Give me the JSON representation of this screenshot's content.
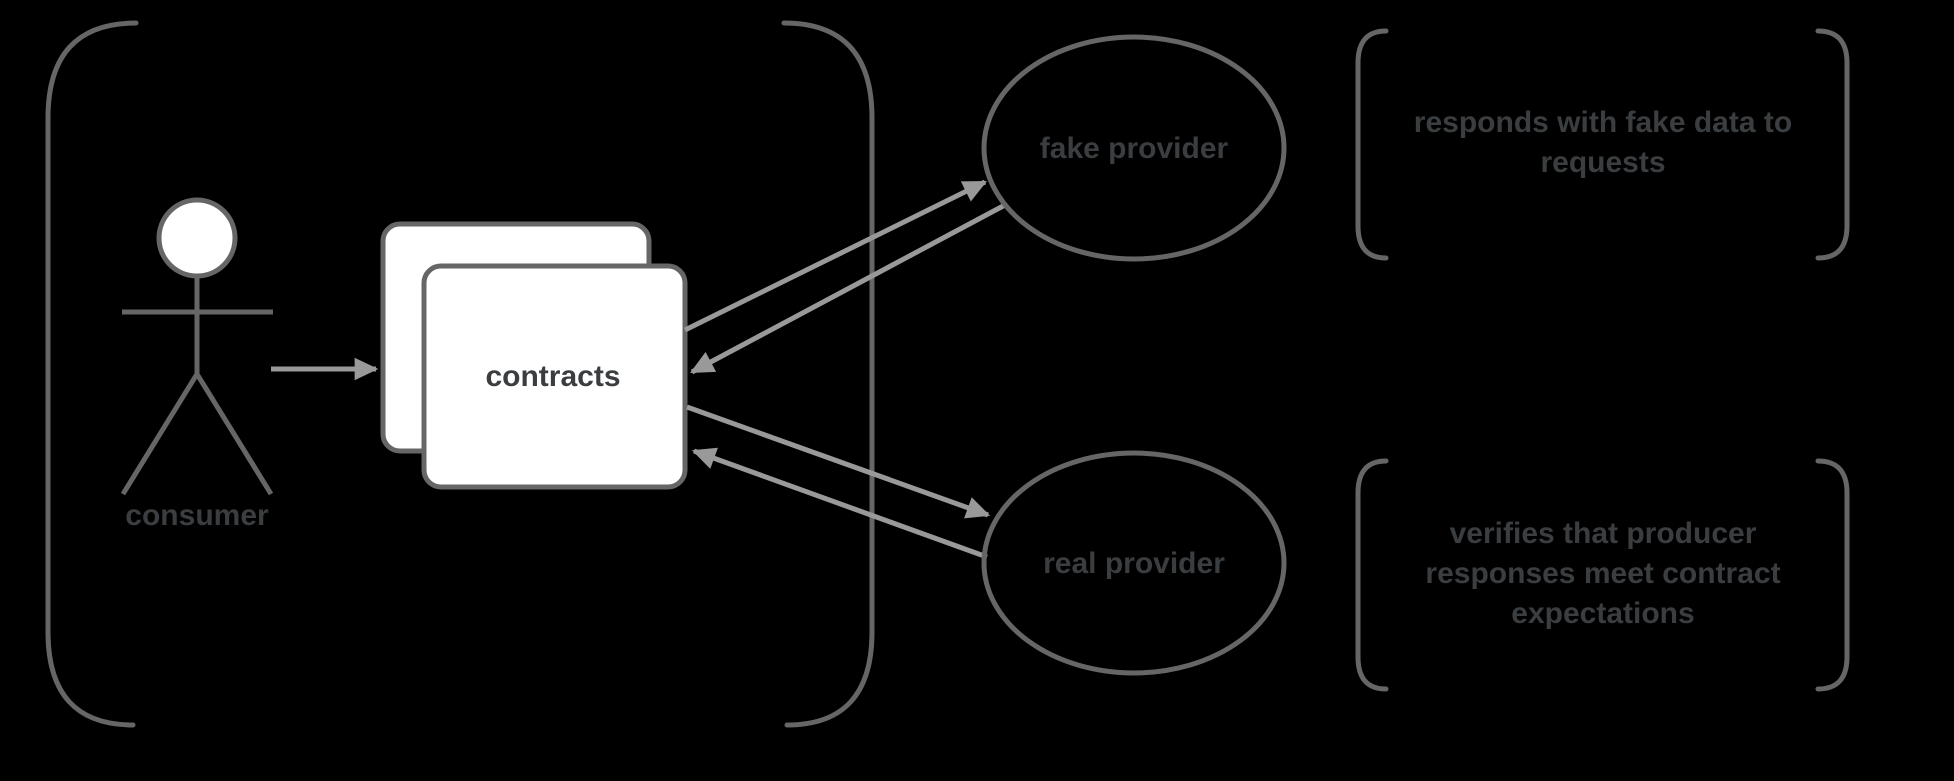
{
  "colors": {
    "background": "#000000",
    "outline": "#666666",
    "connector": "#999999",
    "text": "#3B3E40",
    "shape_fill": "#FFFFFF",
    "fake_provider_fill": "#F9907F",
    "real_provider_fill": "#C9E6AE"
  },
  "consumer_group": {
    "actor_label": "consumer",
    "contracts_label": "contracts"
  },
  "providers": {
    "fake": {
      "label": "fake provider"
    },
    "real": {
      "label": "real provider"
    }
  },
  "annotations": {
    "fake": {
      "lines": [
        "responds with fake data to",
        "requests"
      ]
    },
    "real": {
      "lines": [
        "verifies that producer",
        "responses meet contract",
        "expectations"
      ]
    }
  }
}
